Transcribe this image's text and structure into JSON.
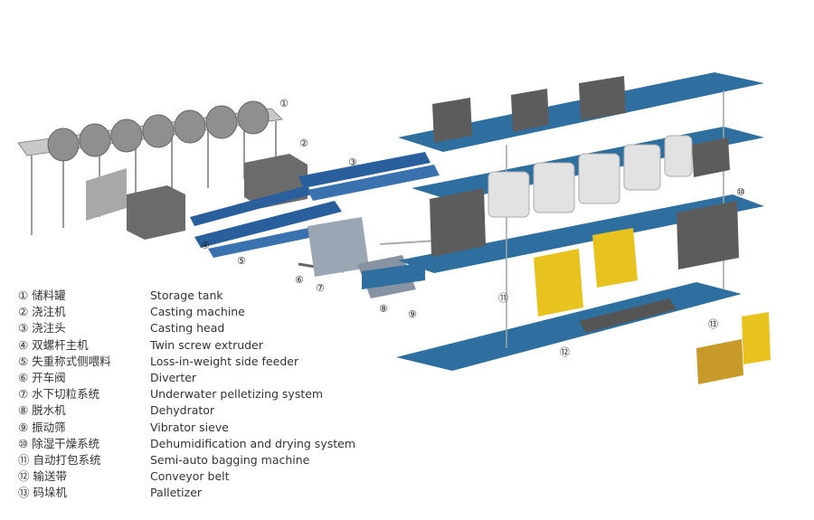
{
  "callouts": [
    "①",
    "②",
    "③",
    "④",
    "⑤",
    "⑥",
    "⑦",
    "⑧",
    "⑨",
    "⑩",
    "⑪",
    "⑫",
    "⑬"
  ],
  "legend": [
    {
      "zh": "① 储料罐",
      "en": "Storage tank"
    },
    {
      "zh": "② 浇注机",
      "en": "Casting machine"
    },
    {
      "zh": "③ 浇注头",
      "en": "Casting head"
    },
    {
      "zh": "④ 双螺杆主机",
      "en": "Twin screw extruder"
    },
    {
      "zh": "⑤ 失重称式侧喂料",
      "en": "Loss-in-weight side feeder"
    },
    {
      "zh": "⑥ 开车阀",
      "en": "Diverter"
    },
    {
      "zh": "⑦ 水下切粒系统",
      "en": "Underwater pelletizing system"
    },
    {
      "zh": "⑧ 脱水机",
      "en": "Dehydrator"
    },
    {
      "zh": "⑨ 振动筛",
      "en": "Vibrator sieve"
    },
    {
      "zh": "⑩ 除湿干燥系统",
      "en": "Dehumidification and drying system"
    },
    {
      "zh": "⑪ 自动打包系统",
      "en": "Semi-auto bagging machine"
    },
    {
      "zh": "⑫ 输送带",
      "en": "Conveyor belt"
    },
    {
      "zh": "⑬ 码垛机",
      "en": "Palletizer"
    }
  ],
  "colors": {
    "platform": "#2e6fa0",
    "machine": "#6b6b6b",
    "extruder": "#2a5f9e",
    "silo": "#e2e2e2",
    "frame": "#b8b8b8",
    "accent": "#e8c21f"
  }
}
